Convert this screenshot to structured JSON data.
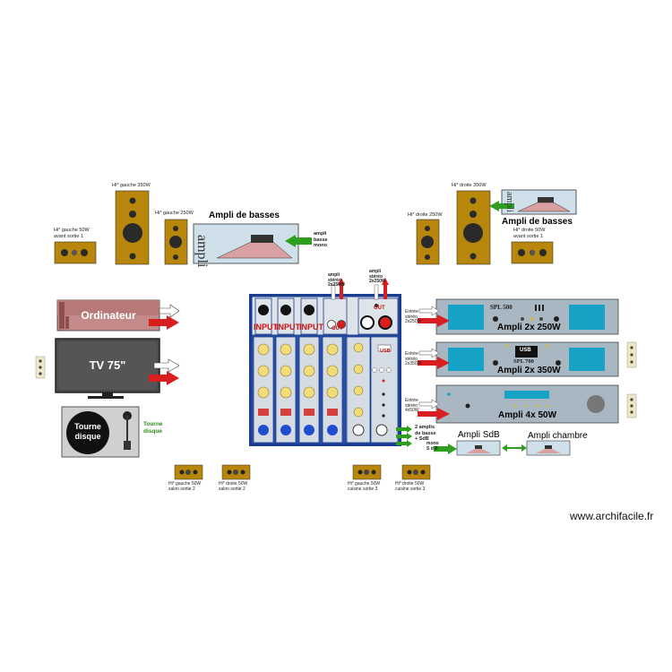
{
  "speakers": {
    "front_left_50": "Hi* gauche 50W\navant sortie 1",
    "left_350": "Hi* gauche 350W",
    "left_250": "Hi* gauche 250W",
    "right_350": "Hi* droite 350W",
    "right_250": "Hi* droite 250W",
    "front_right_50": "Hi* droite 50W\navant sortie 1",
    "salon_left": "Hi* gauche 50W\nsalon sortie 2",
    "salon_right": "Hi* droite 50W\nsalon sortie 2",
    "cuisine_left": "Hi* gauche 50W\ncuisine sortie 3",
    "cuisine_right": "Hi* droite 50W\ncuisine sortie 3"
  },
  "bass_amp": {
    "title": "Ampli de basses",
    "face_text": "ampli",
    "mono_label": "ampli\nbasse\nmono"
  },
  "sources": {
    "computer": "Ordinateur",
    "tv": "TV 75\"",
    "turntable": "Tourne\ndisque",
    "turntable_label": "Tourne\ndisque"
  },
  "mixer": {
    "input_label": "INPUT",
    "output_label": "OUT",
    "usb_label": "USB",
    "stereo_out_a": "ampli\nstéréo\n2x250W",
    "stereo_out_b": "ampli\nstéréo\n2x250W",
    "bass_out": "2 amplis\nde basse\n+ SdB",
    "mono_out": "mono\nS d B"
  },
  "amplifiers": {
    "a1_title": "Ampli 2x 250W",
    "a1_badge": "SPL 500",
    "a1_in": "Entrée\nstéréo\n2x250W",
    "a2_title": "Ampli 2x 350W",
    "a2_badge": "SPL 700",
    "a2_usb": "USB",
    "a2_in": "Entrée\nstéréo\n2x350W",
    "a3_title": "Ampli 4x 50W",
    "a3_in": "Entrée\nstéréo\n4x50W"
  },
  "subwoofers": {
    "sdb": "Ampli SdB",
    "chambre": "Ampli chambre"
  },
  "watermark": "www.archifacile.fr",
  "colors": {
    "wood": "#b8860b",
    "amp_face": "#a9b7c2",
    "amp_screen": "#17a3c6",
    "mixer_border": "#1a3d8f",
    "arrow_red": "#d81e1e",
    "arrow_green": "#2e9e1e"
  }
}
